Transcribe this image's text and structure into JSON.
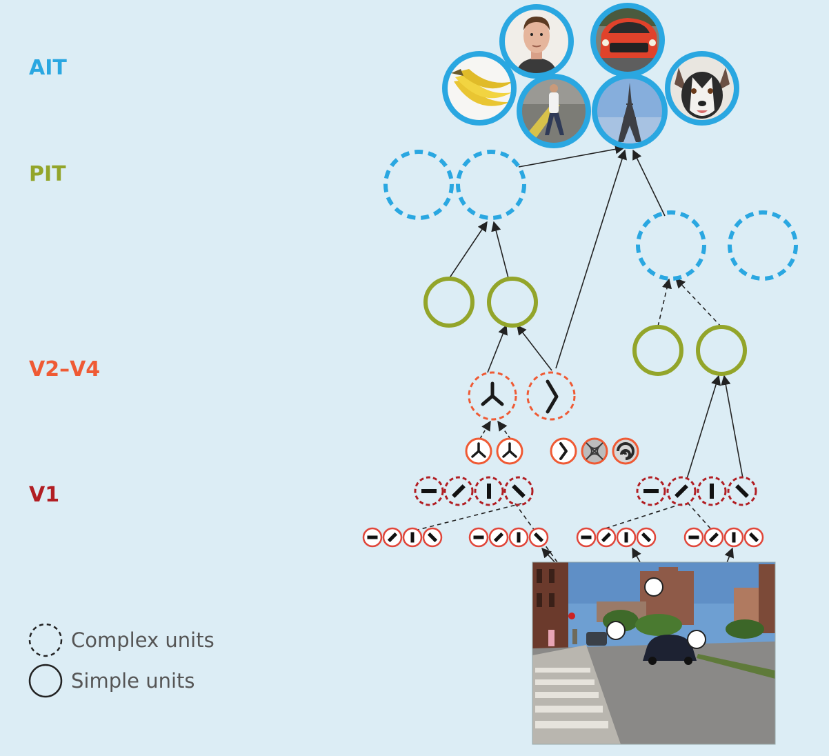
{
  "levels": {
    "ait": "AIT",
    "pit": "PIT",
    "v2v4": "V2–V4",
    "v1": "V1"
  },
  "legend": {
    "complex": "Complex units",
    "simple": "Simple units"
  },
  "colors": {
    "background": "#dcedf5",
    "ait": "#2aa7e1",
    "pit": "#93a52a",
    "v2v4": "#ef5a34",
    "v1": "#b11e23",
    "arrow": "#222222",
    "legend_text": "#555555"
  },
  "ait_images": [
    "face",
    "car",
    "bananas",
    "pedestrian",
    "eiffel-tower",
    "dog"
  ],
  "v1_feature_orientations": [
    "horizontal",
    "diagonal-right",
    "vertical",
    "diagonal-left"
  ],
  "v2_features": [
    "y-junction",
    "y-junction",
    "chevron",
    "radial-grating",
    "spiral-grating"
  ]
}
